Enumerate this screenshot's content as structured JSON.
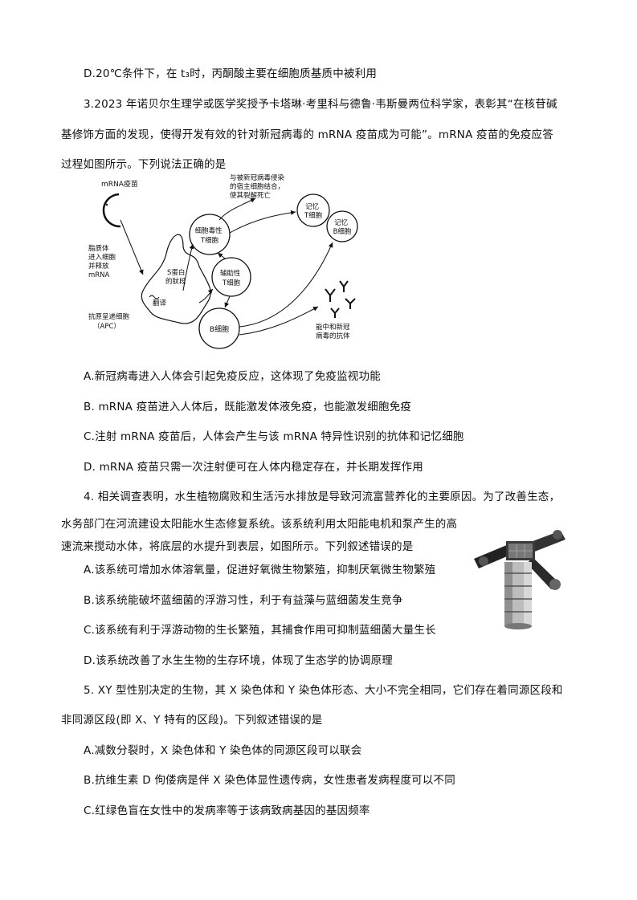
{
  "lines": {
    "l0": "D.20℃条件下，在 t₃时，丙酮酸主要在细胞质基质中被利用",
    "l1": "3.2023 年诺贝尔生理学或医学奖授予卡塔琳·考里科与德鲁·韦斯曼两位科学家，表彰其“在核苷碱",
    "l2": "基修饰方面的发现，使得开发有效的针对新冠病毒的 mRNA 疫苗成为可能”。mRNA 疫苗的免疫应答",
    "l3": "过程如图所示。下列说法正确的是",
    "q3a": "A.新冠病毒进入人体会引起免疫反应，这体现了免疫监视功能",
    "q3b": "B. mRNA 疫苗进入人体后，既能激发体液免疫，也能激发细胞免疫",
    "q3c": "C.注射 mRNA 疫苗后，人体会产生与该 mRNA 特异性识别的抗体和记忆细胞",
    "q3d": "D. mRNA 疫苗只需一次注射便可在人体内稳定存在，并长期发挥作用",
    "q4l1": "4. 相关调查表明，水生植物腐败和生活污水排放是导致河流富营养化的主要原因。为了改善生态，",
    "q4l2": "水务部门在河流建设太阳能水生态修复系统。该系统利用太阳能电机和泵产生的高",
    "q4l3": "速流来搅动水体，将底层的水提升到表层，如图所示。下列叙述错误的是",
    "q4a": "A.该系统可增加水体溶氧量，促进好氧微生物繁殖，抑制厌氧微生物繁殖",
    "q4b": "B.该系统能破坏蓝细菌的浮游习性，利于有益藻与蓝细菌发生竞争",
    "q4c": "C.该系统有利于浮游动物的生长繁殖，其捕食作用可抑制蓝细菌大量生长",
    "q4d": "D.该系统改善了水生生物的生存环境，体现了生态学的协调原理",
    "q5l1": "5. XY 型性别决定的生物，其 X 染色体和 Y 染色体形态、大小不完全相同，它们存在着同源区段和",
    "q5l2": "非同源区段(即 X、Y 特有的区段)。下列叙述错误的是",
    "q5a": "A.减数分裂时，X 染色体和 Y 染色体的同源区段可以联会",
    "q5b": "B.抗维生素 D 佝偻病是伴 X 染色体显性遗传病，女性患者发病程度可以不同",
    "q5c": "C.红绿色盲在女性中的发病率等于该病致病基因的基因频率"
  },
  "diagram": {
    "vaccine": "mRNA疫苗",
    "liposome": [
      "脂质体",
      "进入细胞",
      "并释放",
      "mRNA"
    ],
    "s_protein": [
      "S蛋白",
      "的肽段"
    ],
    "translate": "翻译",
    "apc": [
      "抗原呈递细胞",
      "（APC）"
    ],
    "cytotoxic_t": [
      "细胞毒性",
      "T细胞"
    ],
    "helper_t": [
      "辅助性",
      "T细胞"
    ],
    "b_cell": "B细胞",
    "memory_t": [
      "记忆",
      "T细胞"
    ],
    "memory_b": [
      "记忆",
      "B细胞"
    ],
    "kill_note": [
      "与被新冠病毒侵染",
      "的宿主细胞结合，",
      "使其裂解死亡"
    ],
    "antibody_note": [
      "能中和新冠",
      "病毒的抗体"
    ]
  },
  "icons": {
    "photo": "solar-water-restoration-device-photo"
  }
}
